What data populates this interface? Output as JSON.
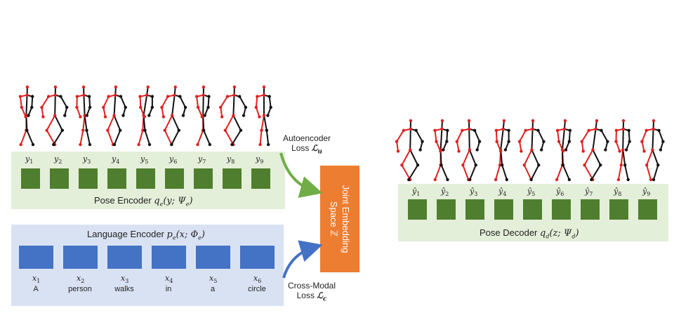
{
  "pose_encoder": {
    "title": "Pose Encoder",
    "formula": "q_e(y; Ψ_e)",
    "frame_labels": [
      "y",
      "y",
      "y",
      "y",
      "y",
      "y",
      "y",
      "y",
      "y"
    ],
    "frame_subs": [
      "1",
      "2",
      "3",
      "4",
      "5",
      "6",
      "7",
      "8",
      "9"
    ]
  },
  "pose_decoder": {
    "title": "Pose Decoder",
    "formula": "q_d(z; Ψ_d)",
    "frame_labels": [
      "ŷ",
      "ŷ",
      "ŷ",
      "ŷ",
      "ŷ",
      "ŷ",
      "ŷ",
      "ŷ",
      "ŷ"
    ],
    "frame_subs": [
      "1",
      "2",
      "3",
      "4",
      "5",
      "6",
      "7",
      "8",
      "9"
    ]
  },
  "language_encoder": {
    "title": "Language Encoder",
    "formula": "p_e(x; Φ_e)",
    "token_symbols": [
      "x",
      "x",
      "x",
      "x",
      "x",
      "x"
    ],
    "token_subs": [
      "1",
      "2",
      "3",
      "4",
      "5",
      "6"
    ],
    "tokens": [
      "A",
      "person",
      "walks",
      "in",
      "a",
      "circle"
    ]
  },
  "joint_space": {
    "line1": "Joint Embedding",
    "line2": "Space ℤ"
  },
  "autoencoder_loss": {
    "line1": "Autoencoder",
    "line2": "Loss ℒ_u"
  },
  "crossmodal_loss": {
    "line1": "Cross-Modal",
    "line2": "Loss ℒ_c"
  },
  "colors": {
    "skeleton_red": "#e02020",
    "skeleton_black": "#111111",
    "pose_panel": "#e3efd9",
    "pose_box": "#4f7f2e",
    "lang_panel": "#d9e2f3",
    "lang_box": "#4472c4",
    "joint_box": "#ed7d31",
    "arrow_green": "#70ad47",
    "arrow_blue": "#4472c4"
  }
}
